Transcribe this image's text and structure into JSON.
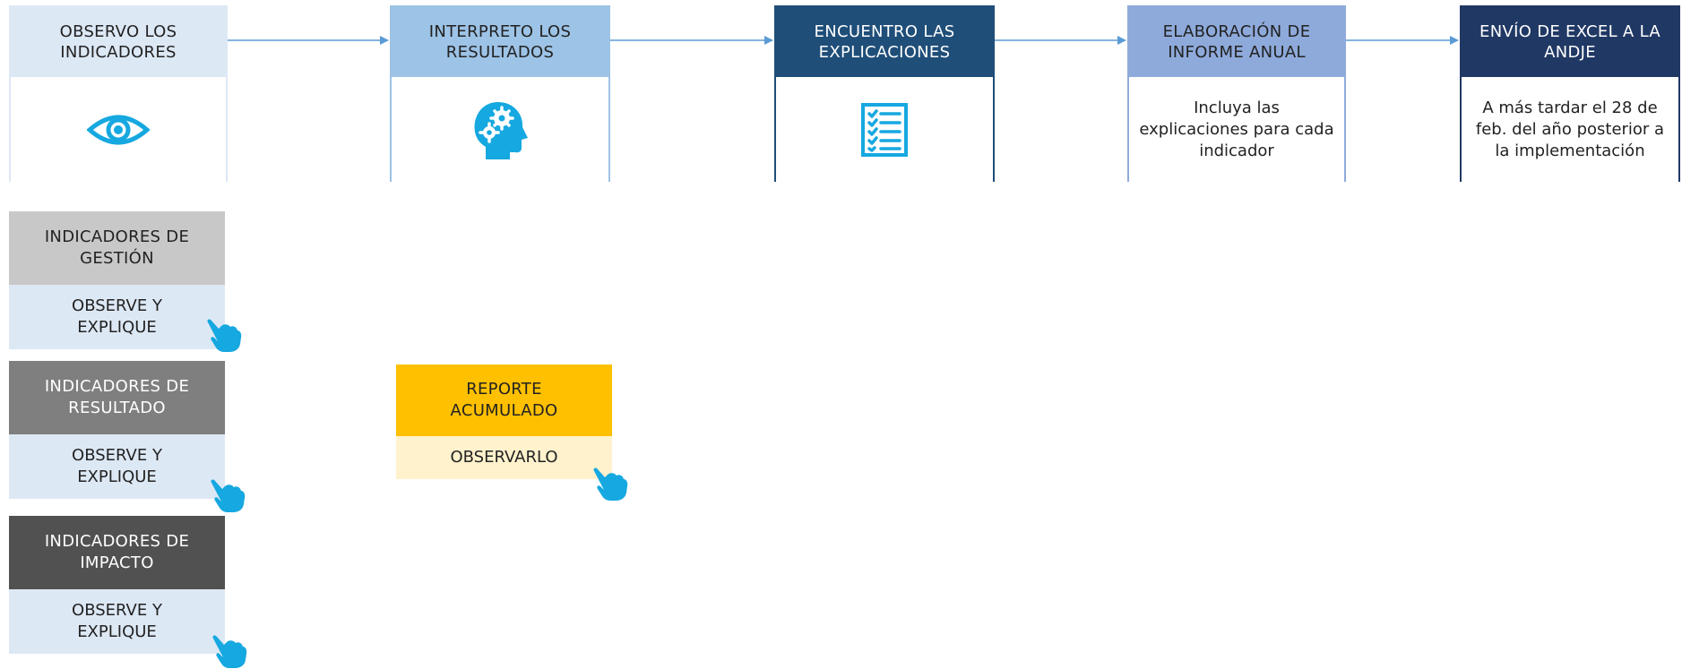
{
  "steps": [
    {
      "title": "OBSERVO LOS INDICADORES",
      "icon": "eye-icon",
      "color": "#dde8f5"
    },
    {
      "title": "INTERPRETO LOS RESULTADOS",
      "icon": "head-gears-icon",
      "color": "#9dc3e6"
    },
    {
      "title": "ENCUENTRO LAS EXPLICACIONES",
      "icon": "checklist-icon",
      "color": "#1f4e79"
    },
    {
      "title": "ELABORACIÓN DE INFORME ANUAL",
      "text": "Incluya las explicaciones para cada indicador",
      "color": "#8eaadb"
    },
    {
      "title": "ENVÍO DE EXCEL A LA ANDJE",
      "text": "A más tardar el 28 de feb. del año posterior a la implementación",
      "color": "#203864"
    }
  ],
  "categories": [
    {
      "title": "INDICADORES DE GESTIÓN",
      "action": "OBSERVE Y EXPLIQUE",
      "color": "#c8c8c8"
    },
    {
      "title": "INDICADORES DE RESULTADO",
      "action": "OBSERVE Y EXPLIQUE",
      "color": "#7f7f7f"
    },
    {
      "title": "INDICADORES DE IMPACTO",
      "action": "OBSERVE Y EXPLIQUE",
      "color": "#515151"
    }
  ],
  "report": {
    "title": "REPORTE ACUMULADO",
    "action": "OBSERVARLO",
    "color": "#ffc000"
  },
  "colors": {
    "accent": "#16a8e0",
    "arrow": "#5b9bd5"
  }
}
